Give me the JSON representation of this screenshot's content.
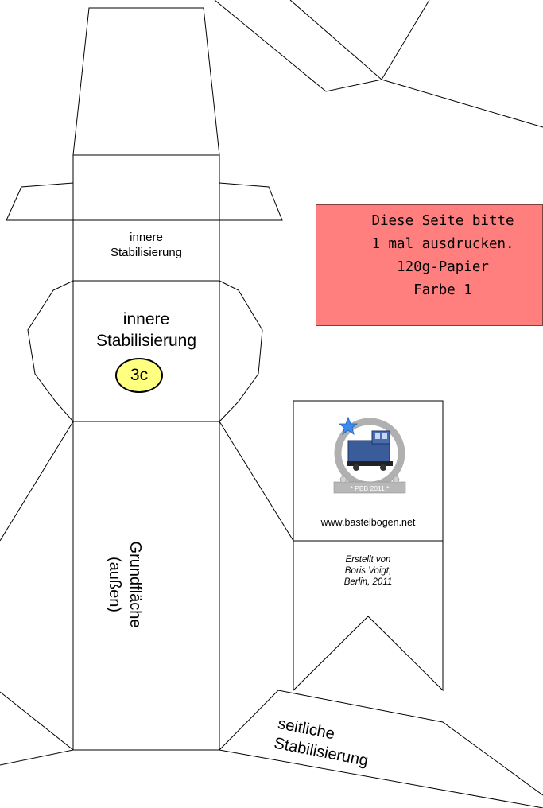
{
  "labels": {
    "inner_small": [
      "innere",
      "Stabilisierung"
    ],
    "inner_large": [
      "innere",
      "Stabilisierung"
    ],
    "badge": "3c",
    "grundflaeche": [
      "Grundfläche",
      "(außen)"
    ],
    "seitlich": [
      "seitliche",
      "Stabilisierung"
    ]
  },
  "notice": {
    "lines": [
      "Diese Seite bitte",
      "1 mal ausdrucken.",
      "120g-Papier",
      "Farbe 1"
    ],
    "color": "#ff7f7f"
  },
  "logo": {
    "ribbon_text": "* PBB 2011 *",
    "url": "www.bastelbogen.net",
    "credits": [
      "Erstellt von",
      "Boris Voigt,",
      "Berlin, 2011"
    ],
    "icon": "locomotive-logo"
  },
  "colors": {
    "badge_fill": "#ffff80",
    "line": "#000000",
    "locomotive": "#3a5c9a"
  }
}
